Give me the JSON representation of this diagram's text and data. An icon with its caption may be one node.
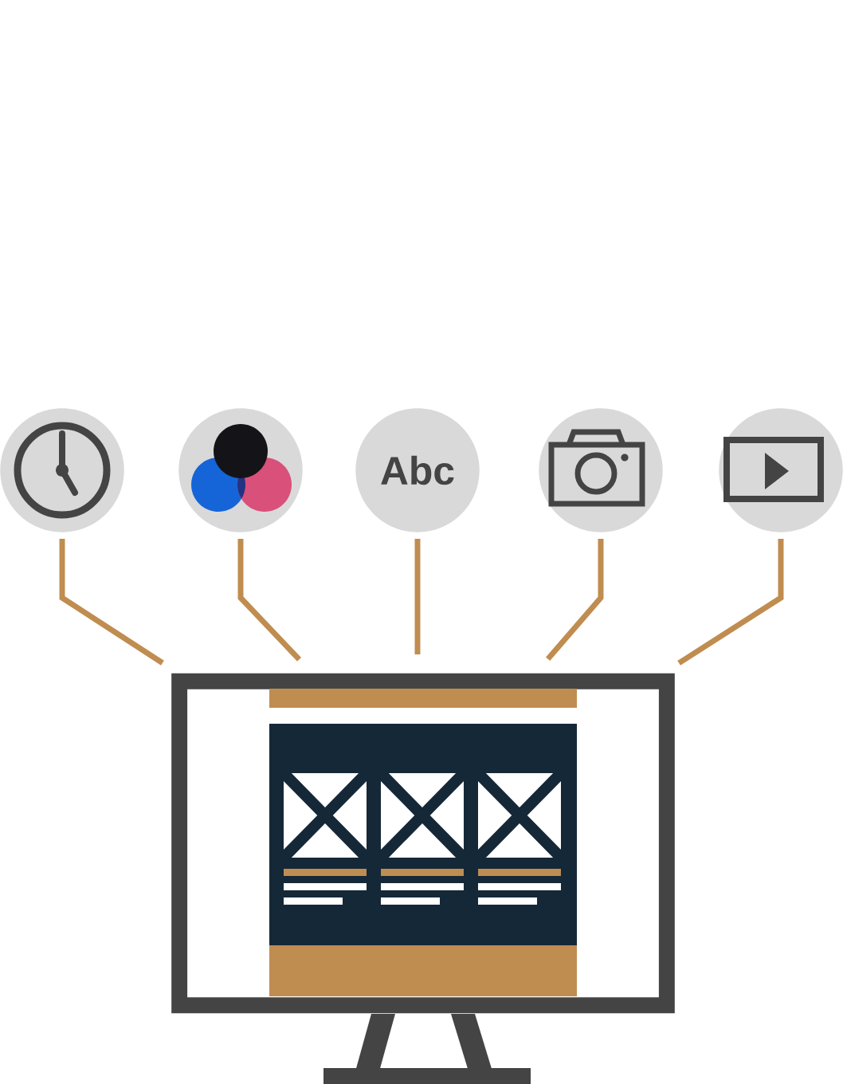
{
  "diagram": {
    "nodes": [
      {
        "text": [],
        "shape": "circle"
      },
      {
        "text": [],
        "shape": "circle"
      },
      {
        "text": [
          "Abc"
        ]
      },
      {
        "text": [],
        "shape": "circle"
      },
      {
        "text": [],
        "shape": "circle"
      },
      {
        "text": [],
        "shape": "monitor"
      }
    ],
    "edges": [
      {
        "from": 0,
        "to": 5,
        "arrow": "none"
      },
      {
        "from": 1,
        "to": 5,
        "arrow": "none"
      },
      {
        "from": 2,
        "to": 5,
        "arrow": "none"
      },
      {
        "from": 3,
        "to": 5,
        "arrow": "none"
      },
      {
        "from": 4,
        "to": 5,
        "arrow": "none"
      }
    ]
  }
}
